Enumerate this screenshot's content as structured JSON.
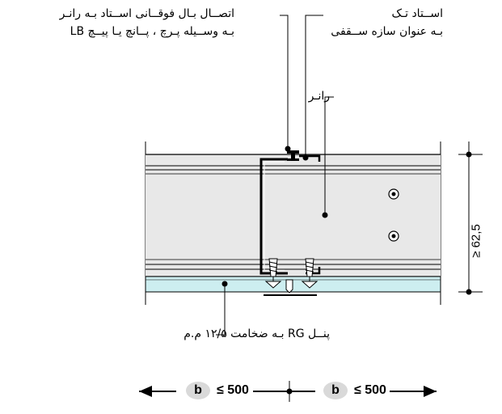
{
  "labels": {
    "top_connection_line1": "اتصــال بـال فوقــانی اســتاد بـه رانـر",
    "top_connection_line2": "بـه وســیله پـرچ ، پــانچ یـا پیــچ LB",
    "single_stud_line1": "اســتاد تـک",
    "single_stud_line2": "بـه عنوان سازه ســقفی",
    "runner": "رانـر",
    "panel": "پنــل RG بـه ضخامت ۱۲/۵ م.م"
  },
  "dimensions": {
    "height": "≥ 62,5",
    "spacing_symbol": "b",
    "spacing_value": "≤ 500"
  },
  "colors": {
    "profile_fill": "#e8e8e8",
    "panel_fill": "#cdeef0",
    "line": "#000000",
    "spacing_bubble": "#d9d9d9"
  }
}
